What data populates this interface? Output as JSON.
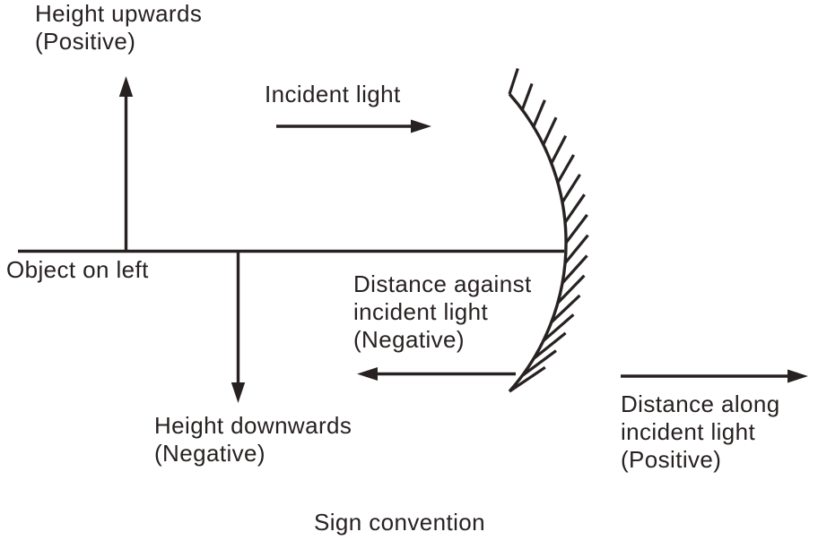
{
  "figure": {
    "caption": "Sign convention",
    "labels": {
      "height_upwards": "Height upwards\n(Positive)",
      "incident_light": "Incident light",
      "object_on_left": "Object on left",
      "height_downwards": "Height downwards\n(Negative)",
      "distance_against": "Distance against\nincident light\n(Negative)",
      "distance_along": "Distance along\nincident light\n(Positive)"
    },
    "colors": {
      "ink": "#272221",
      "background": "#ffffff"
    }
  }
}
